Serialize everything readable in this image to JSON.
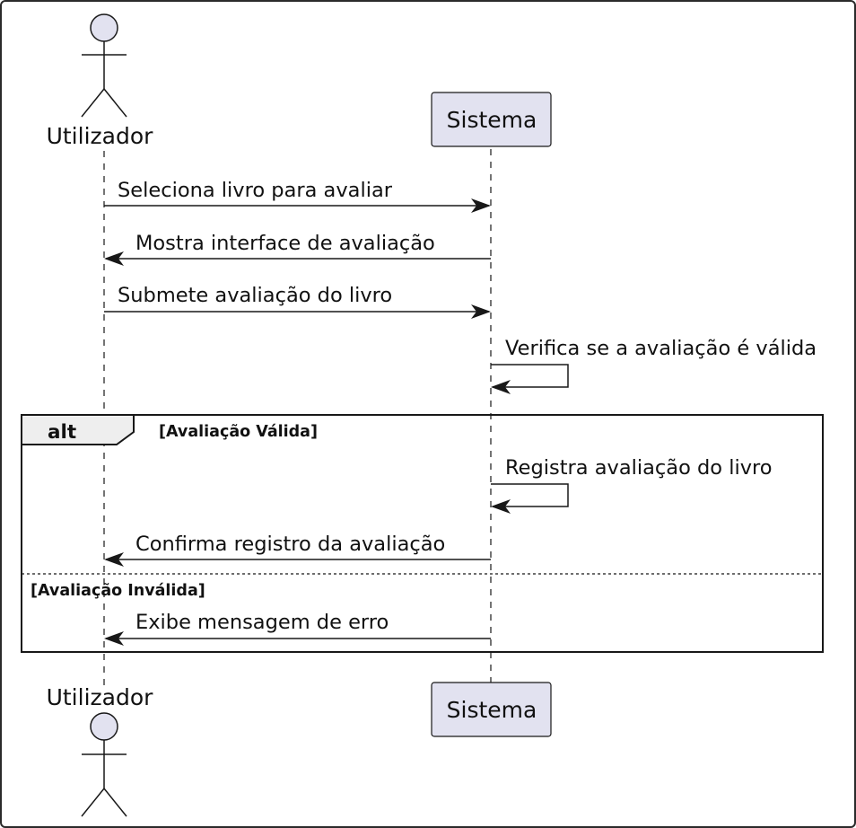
{
  "colors": {
    "actor_fill": "#e2e2f0",
    "participant_fill": "#e2e2f0",
    "line": "#181818",
    "lifeline": "#181818"
  },
  "participants": {
    "utilizador": {
      "label": "Utilizador",
      "kind": "actor"
    },
    "sistema": {
      "label": "Sistema",
      "kind": "participant"
    }
  },
  "messages": [
    {
      "from": "utilizador",
      "to": "sistema",
      "text": "Seleciona livro para avaliar"
    },
    {
      "from": "sistema",
      "to": "utilizador",
      "text": "Mostra interface de avaliação"
    },
    {
      "from": "utilizador",
      "to": "sistema",
      "text": "Submete avaliação do livro"
    },
    {
      "from": "sistema",
      "to": "sistema",
      "text": "Verifica se a avaliação é válida"
    },
    {
      "from": "sistema",
      "to": "sistema",
      "text": "Registra avaliação do livro"
    },
    {
      "from": "sistema",
      "to": "utilizador",
      "text": "Confirma registro da avaliação"
    },
    {
      "from": "sistema",
      "to": "utilizador",
      "text": "Exibe mensagem de erro"
    }
  ],
  "fragment": {
    "keyword": "alt",
    "guard_1": "[Avaliação Válida]",
    "guard_2": "[Avaliação Inválida]"
  }
}
